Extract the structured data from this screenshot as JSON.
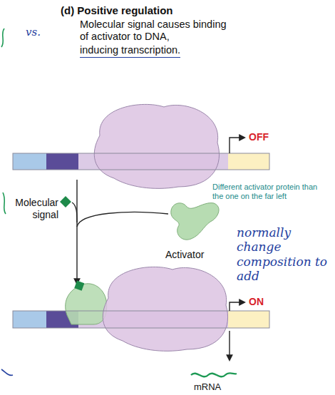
{
  "diagram": {
    "title": "(d) Positive regulation",
    "labels": [
      "vs.",
      "Molecular signal causes binding of activator to DNA,",
      "inducing transcription.",
      "OFF",
      "Different activator protein than the one on the far left",
      "Molecular signal",
      "Activator",
      "normally change composition to add",
      "ON",
      "mRNA"
    ]
  }
}
